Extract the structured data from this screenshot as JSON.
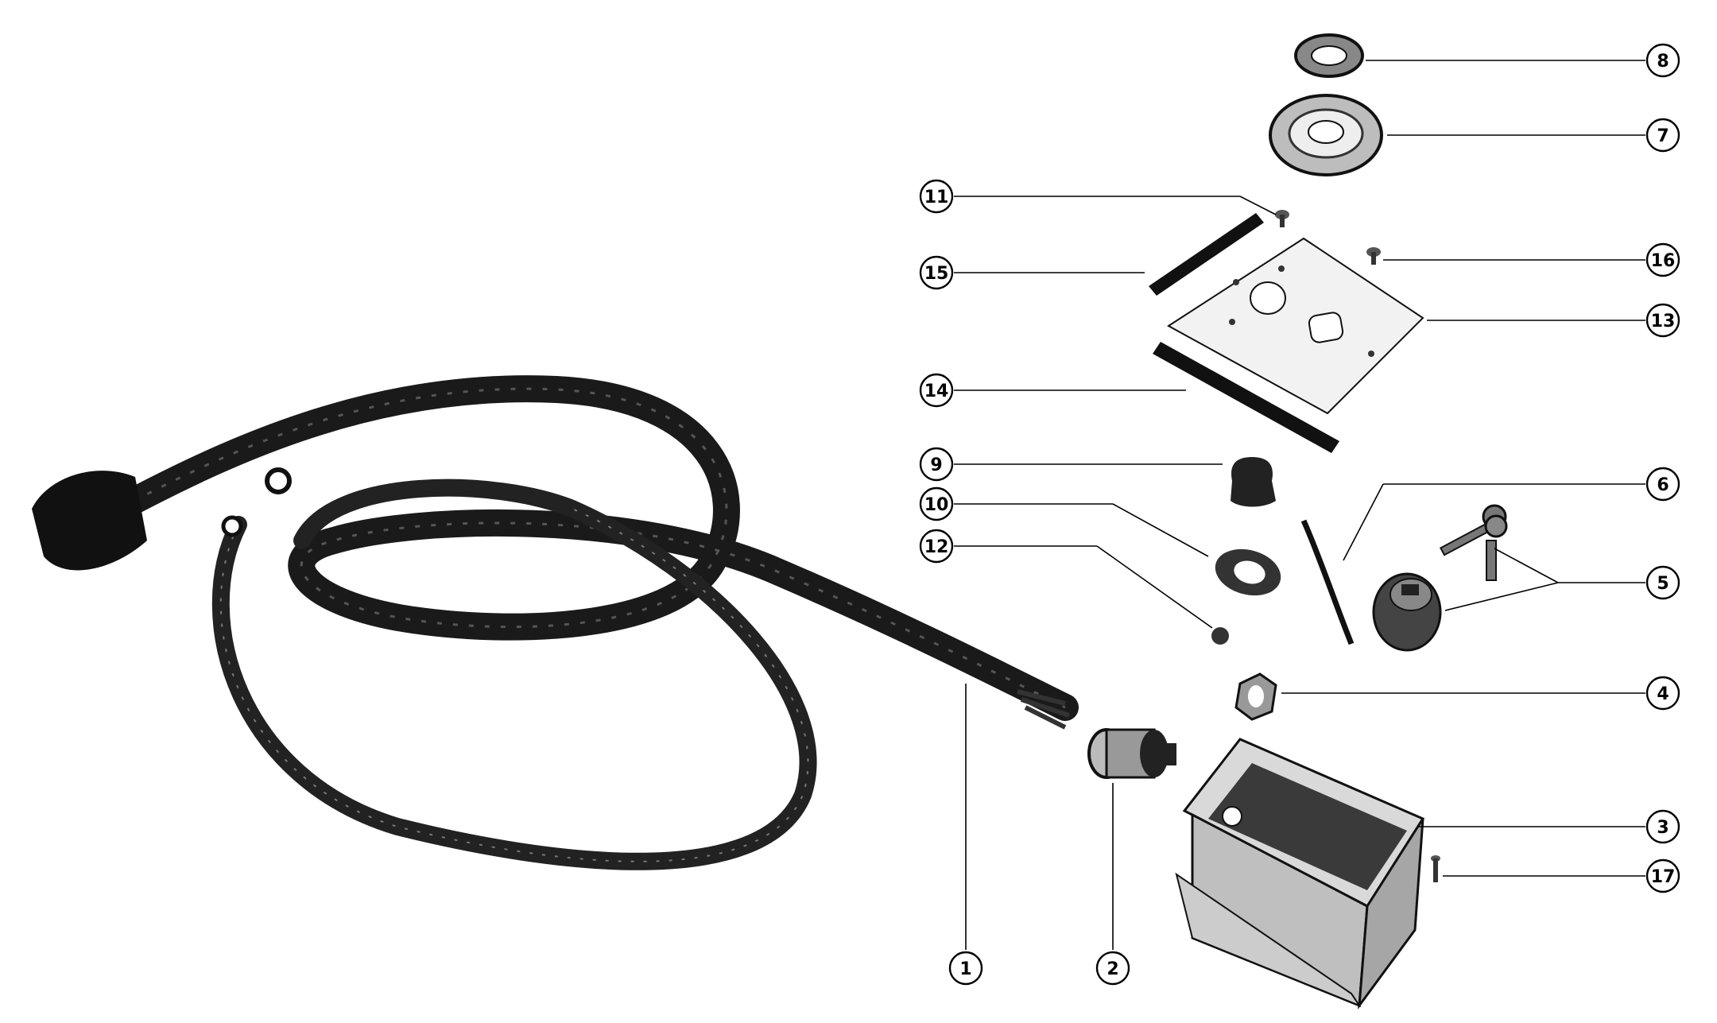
{
  "callouts": [
    {
      "id": "c8",
      "number": "8"
    },
    {
      "id": "c7",
      "number": "7"
    },
    {
      "id": "c11",
      "number": "11"
    },
    {
      "id": "c16",
      "number": "16"
    },
    {
      "id": "c15",
      "number": "15"
    },
    {
      "id": "c13",
      "number": "13"
    },
    {
      "id": "c14",
      "number": "14"
    },
    {
      "id": "c9",
      "number": "9"
    },
    {
      "id": "c6",
      "number": "6"
    },
    {
      "id": "c10",
      "number": "10"
    },
    {
      "id": "c12",
      "number": "12"
    },
    {
      "id": "c5",
      "number": "5"
    },
    {
      "id": "c4",
      "number": "4"
    },
    {
      "id": "c3",
      "number": "3"
    },
    {
      "id": "c17",
      "number": "17"
    },
    {
      "id": "c1",
      "number": "1"
    },
    {
      "id": "c2",
      "number": "2"
    }
  ],
  "colors": {
    "ink": "#000000",
    "paper": "#ffffff",
    "metal": "#d9d9d9",
    "cable": "#1a1a1a"
  }
}
